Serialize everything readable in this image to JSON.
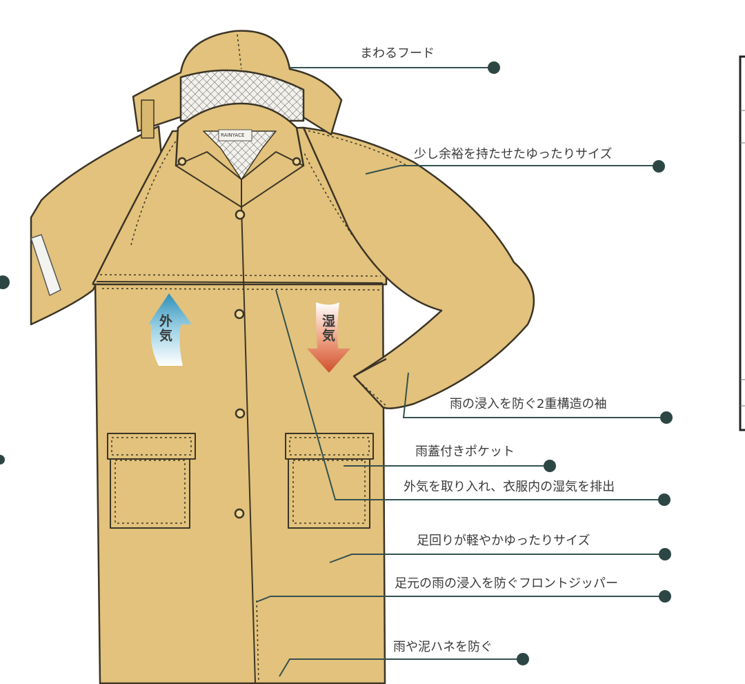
{
  "brand_tag": "RAINYACE",
  "arrows": {
    "outside_air": "外気",
    "humidity": "湿気"
  },
  "callouts": [
    {
      "id": "hood",
      "text": "まわるフード"
    },
    {
      "id": "loose-fit",
      "text": "少し余裕を持たせたゆったりサイズ"
    },
    {
      "id": "double-sleeve",
      "text": "雨の浸入を防ぐ2重構造の袖"
    },
    {
      "id": "flap-pocket",
      "text": "雨蓋付きポケット"
    },
    {
      "id": "ventilation",
      "text": "外気を取り入れ、衣服内の湿気を排出"
    },
    {
      "id": "leg-fit",
      "text": "足回りが軽やかゆったりサイズ"
    },
    {
      "id": "front-zipper",
      "text": "足元の雨の浸入を防ぐフロントジッパー"
    },
    {
      "id": "splash-guard",
      "text": "雨や泥ハネを防ぐ"
    }
  ],
  "colors": {
    "coat": "#e2c27c",
    "coat_outline": "#3b3426",
    "leader": "#33504f",
    "dot": "#2c4644",
    "arrow_up": "#3a9bbf",
    "arrow_down": "#d35a36"
  }
}
